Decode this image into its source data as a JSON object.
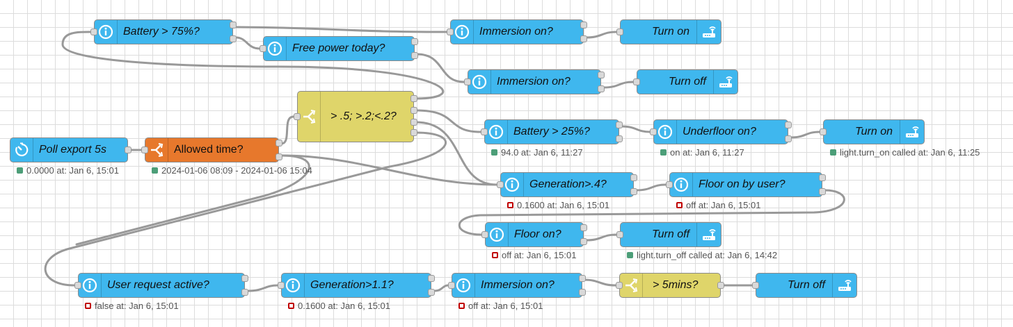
{
  "colors": {
    "function_blue": "#3fb7ee",
    "switch_orange": "#e7782c",
    "switch_yellow": "#dfd56a",
    "status_green": "#4c9e78",
    "status_red": "#c00000"
  },
  "nodes": {
    "battery75": {
      "label": "Battery > 75%?",
      "icon": "info-icon"
    },
    "free_power": {
      "label": "Free power today?",
      "icon": "info-icon"
    },
    "immersion_on_1": {
      "label": "Immersion on?",
      "icon": "info-icon"
    },
    "turn_on_1": {
      "label": "Turn on",
      "icon": "router-icon"
    },
    "immersion_on_2": {
      "label": "Immersion on?",
      "icon": "info-icon"
    },
    "turn_off_1": {
      "label": "Turn off",
      "icon": "router-icon"
    },
    "switch_main": {
      "label": "> .5; >.2;<.2?",
      "icon": "switch-icon"
    },
    "poll_export": {
      "label": "Poll export 5s",
      "icon": "timer-icon",
      "status": "0.0000 at: Jan 6, 15:01"
    },
    "allowed_time": {
      "label": "Allowed time?",
      "icon": "switch-icon",
      "status": "2024-01-06 08:09 - 2024-01-06 15:04"
    },
    "battery25": {
      "label": "Battery > 25%?",
      "icon": "info-icon",
      "status": "94.0 at: Jan 6, 11:27"
    },
    "underfloor_on": {
      "label": "Underfloor on?",
      "icon": "info-icon",
      "status": "on at: Jan 6, 11:27"
    },
    "turn_on_2": {
      "label": "Turn on",
      "icon": "router-icon",
      "status": "light.turn_on called at: Jan 6, 11:25"
    },
    "generation04": {
      "label": "Generation>.4?",
      "icon": "info-icon",
      "status": "0.1600 at: Jan 6, 15:01"
    },
    "floor_on_by_user": {
      "label": "Floor on by user?",
      "icon": "info-icon",
      "status": "off at: Jan 6, 15:01"
    },
    "floor_on": {
      "label": "Floor on?",
      "icon": "info-icon",
      "status": "off at: Jan 6, 15:01"
    },
    "turn_off_2": {
      "label": "Turn off",
      "icon": "router-icon",
      "status": "light.turn_off called at: Jan 6, 14:42"
    },
    "user_request": {
      "label": "User request active?",
      "icon": "info-icon",
      "status": "false at: Jan 6, 15:01"
    },
    "generation11": {
      "label": "Generation>1.1?",
      "icon": "info-icon",
      "status": "0.1600 at: Jan 6, 15:01"
    },
    "immersion_on_3": {
      "label": "Immersion on?",
      "icon": "info-icon",
      "status": "off at: Jan 6, 15:01"
    },
    "switch_5min": {
      "label": "> 5mins?",
      "icon": "switch-icon"
    },
    "turn_off_3": {
      "label": "Turn off",
      "icon": "router-icon"
    }
  }
}
